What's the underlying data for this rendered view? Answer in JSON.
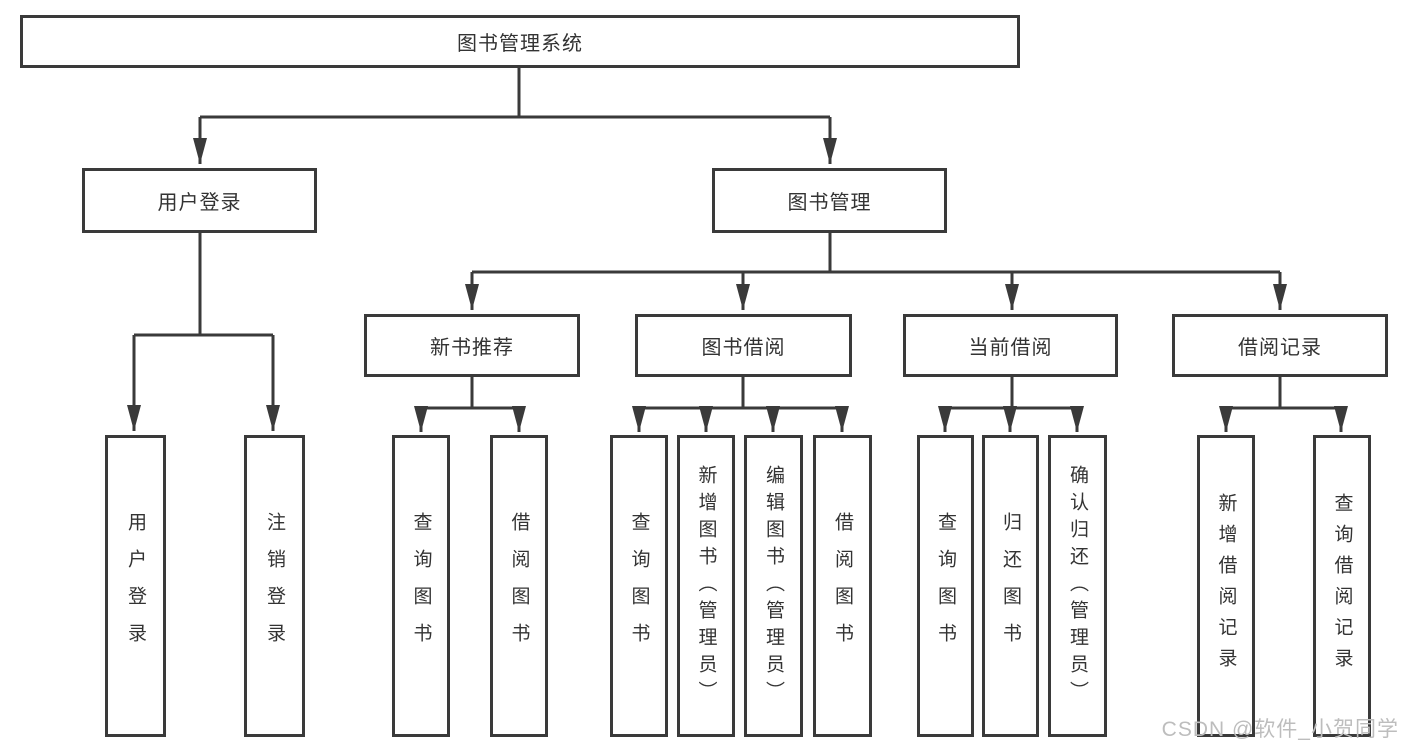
{
  "diagram": {
    "root": {
      "label": "图书管理系统"
    },
    "level2": [
      {
        "label": "用户登录"
      },
      {
        "label": "图书管理"
      }
    ],
    "level3": [
      {
        "label": "新书推荐",
        "parent": "图书管理"
      },
      {
        "label": "图书借阅",
        "parent": "图书管理"
      },
      {
        "label": "当前借阅",
        "parent": "图书管理"
      },
      {
        "label": "借阅记录",
        "parent": "图书管理"
      }
    ],
    "leaves": [
      {
        "label": "用户登录",
        "parent": "用户登录"
      },
      {
        "label": "注销登录",
        "parent": "用户登录"
      },
      {
        "label": "查询图书",
        "parent": "新书推荐"
      },
      {
        "label": "借阅图书",
        "parent": "新书推荐"
      },
      {
        "label": "查询图书",
        "parent": "图书借阅"
      },
      {
        "label": "新增图书（管理员）",
        "parent": "图书借阅"
      },
      {
        "label": "编辑图书（管理员）",
        "parent": "图书借阅"
      },
      {
        "label": "借阅图书",
        "parent": "图书借阅"
      },
      {
        "label": "查询图书",
        "parent": "当前借阅"
      },
      {
        "label": "归还图书",
        "parent": "当前借阅"
      },
      {
        "label": "确认归还（管理员）",
        "parent": "当前借阅"
      },
      {
        "label": "新增借阅记录",
        "parent": "借阅记录"
      },
      {
        "label": "查询借阅记录",
        "parent": "借阅记录"
      }
    ],
    "colors": {
      "line": "#3a3a3a",
      "text": "#333333",
      "background": "#ffffff",
      "watermark": "#bdbdbd"
    }
  },
  "watermark": {
    "text": "CSDN @软件_小贺同学"
  }
}
